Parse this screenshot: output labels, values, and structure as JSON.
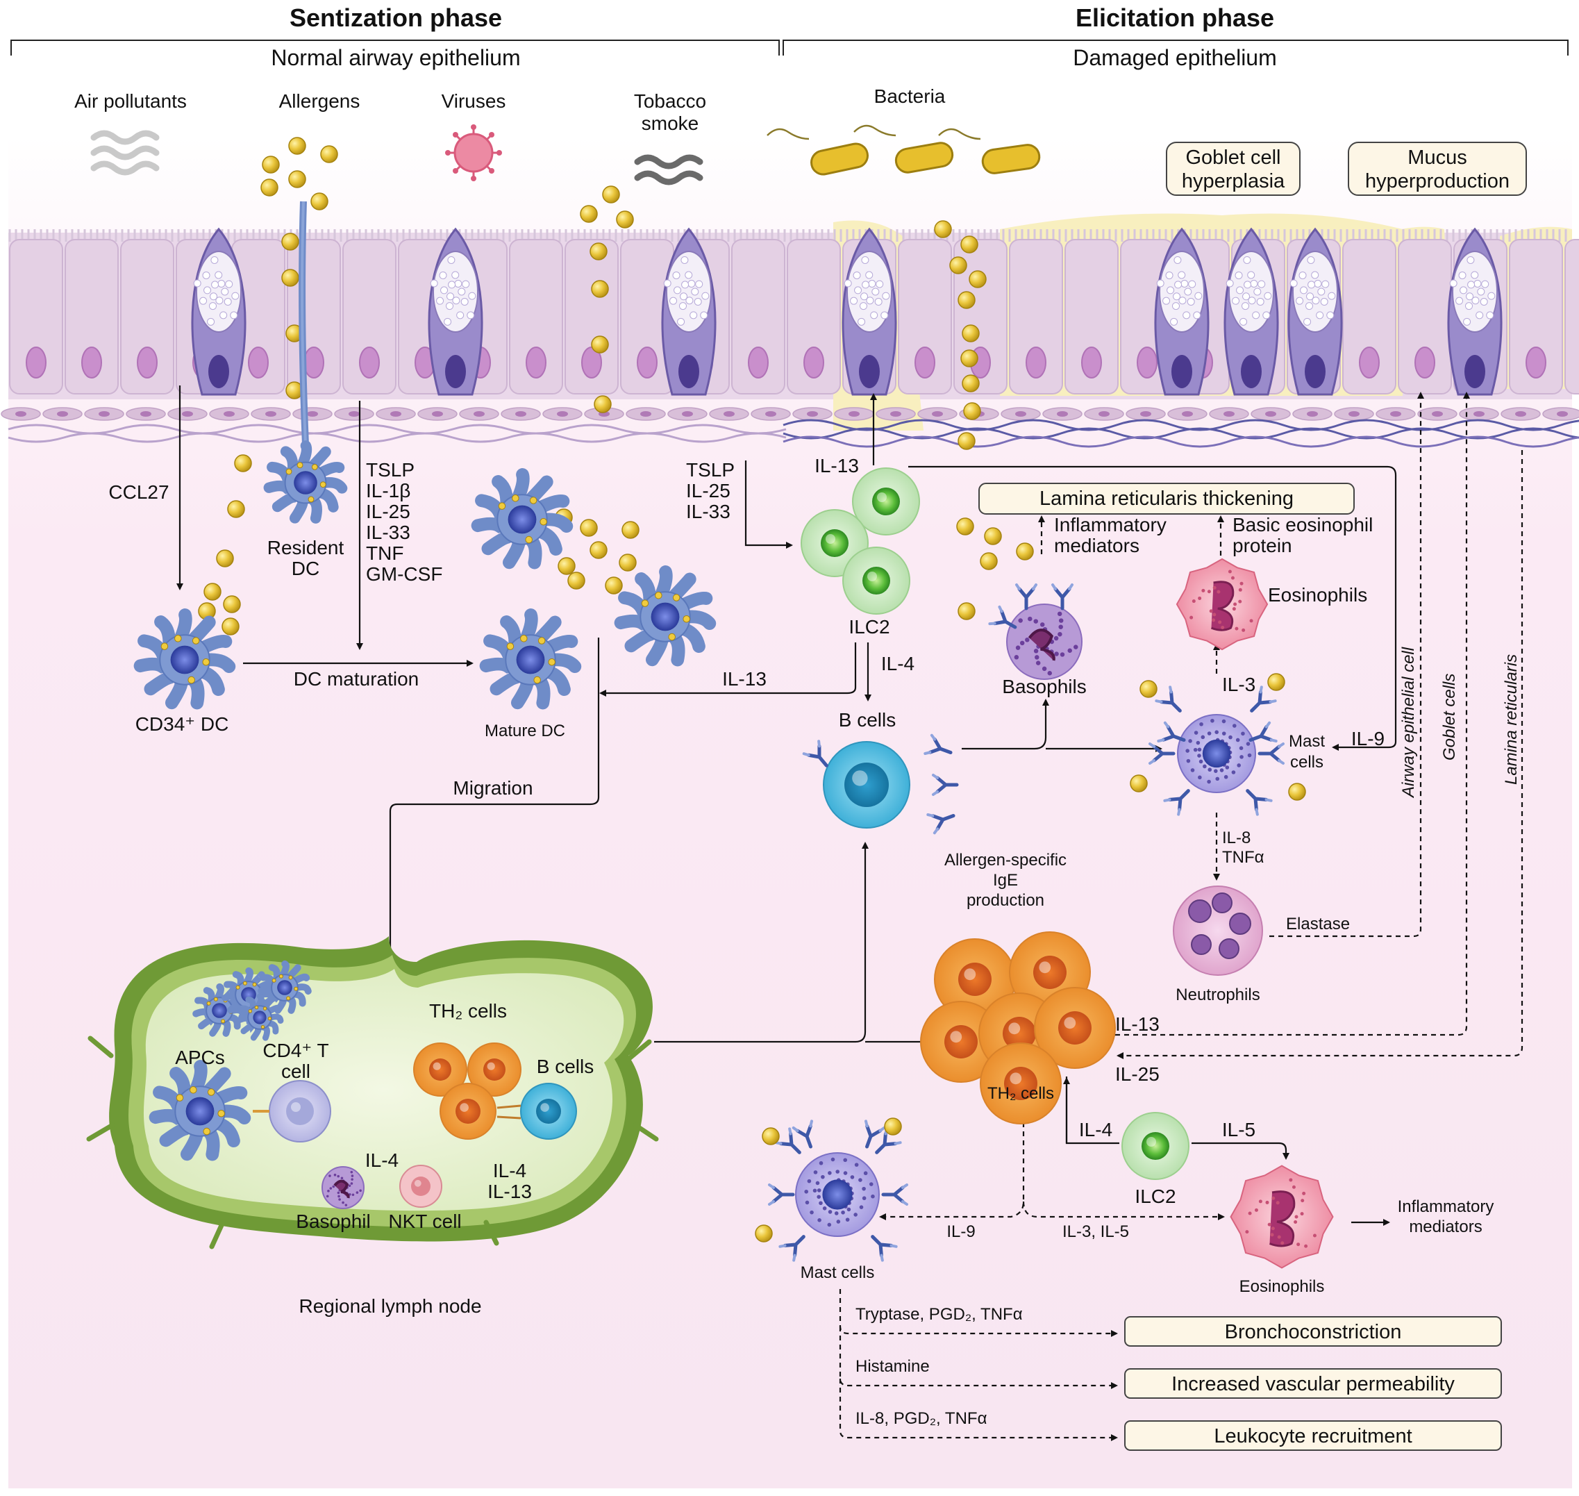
{
  "phases": {
    "sensitization": {
      "title": "Sentization phase",
      "subtitle": "Normal airway epithelium"
    },
    "elicitation": {
      "title": "Elicitation phase",
      "subtitle": "Damaged epithelium"
    }
  },
  "triggers": {
    "air_pollutants": "Air pollutants",
    "allergens": "Allergens",
    "viruses": "Viruses",
    "tobacco_line1": "Tobacco",
    "tobacco_line2": "smoke",
    "bacteria": "Bacteria"
  },
  "callouts": {
    "goblet_line1": "Goblet cell",
    "goblet_line2": "hyperplasia",
    "mucus_line1": "Mucus",
    "mucus_line2": "hyperproduction",
    "lamina": "Lamina reticularis thickening"
  },
  "sensitization_labels": {
    "ccl27": "CCL27",
    "resident_dc_1": "Resident",
    "resident_dc_2": "DC",
    "cytokines": [
      "TSLP",
      "IL-1β",
      "IL-25",
      "IL-33",
      "TNF",
      "GM-CSF"
    ],
    "cd34_dc": "CD34⁺ DC",
    "dc_maturation": "DC maturation",
    "mature_dc": "Mature DC",
    "migration": "Migration"
  },
  "lymph_node": {
    "apcs": "APCs",
    "cd4_line1": "CD4⁺ T",
    "cd4_line2": "cell",
    "th2_cells": "TH₂ cells",
    "b_cells": "B cells",
    "il4": "IL-4",
    "il4_il13_line1": "IL-4",
    "il4_il13_line2": "IL-13",
    "basophil": "Basophil",
    "nkt_cell": "NKT cell",
    "caption": "Regional lymph node"
  },
  "elicitation_labels": {
    "tslp_group": [
      "TSLP",
      "IL-25",
      "IL-33"
    ],
    "il13_top": "IL-13",
    "ilc2": "ILC2",
    "il13_dc": "IL-13",
    "il4": "IL-4",
    "b_cells": "B cells",
    "ige_line1": "Allergen-specific",
    "ige_line2": "IgE",
    "ige_line3": "production",
    "inflammatory_line1": "Inflammatory",
    "inflammatory_line2": "mediators",
    "basophils": "Basophils",
    "basic_eos_line1": "Basic eosinophil",
    "basic_eos_line2": "protein",
    "eosinophils": "Eosinophils",
    "il3": "IL-3",
    "mast_line1": "Mast",
    "mast_line2": "cells",
    "il9": "IL-9",
    "il8": "IL-8",
    "tnfa": "TNFα",
    "neutrophils": "Neutrophils",
    "elastase": "Elastase",
    "airway_epithelial_cell": "Airway epithelial cell",
    "goblet_cells": "Goblet cells",
    "lamina_reticularis": "Lamina reticularis",
    "il13_th2": "IL-13",
    "il25_th2": "IL-25",
    "th2_cells": "TH₂ cells",
    "il4_ilc2": "IL-4",
    "il5": "IL-5",
    "ilc2_bottom": "ILC2",
    "eosinophils_bottom": "Eosinophils",
    "inflammatory_bottom_line1": "Inflammatory",
    "inflammatory_bottom_line2": "mediators",
    "il9_bottom": "IL-9",
    "il3_il5": "IL-3, IL-5",
    "mast_cells_bottom": "Mast cells"
  },
  "outcomes": [
    {
      "mediators": "Tryptase, PGD₂, TNFα",
      "effect": "Bronchoconstriction"
    },
    {
      "mediators": "Histamine",
      "effect": "Increased vascular permeability"
    },
    {
      "mediators": "IL-8, PGD₂, TNFα",
      "effect": "Leukocyte recruitment"
    }
  ],
  "colors": {
    "background": "#fbeef6",
    "epithelium": "#e3cfe3",
    "goblet_cell": "#8e7fc0",
    "dendritic_cell": "#6f8cc8",
    "allergen": "#e8c33a",
    "ilc2": "#bfe3b5",
    "b_cell": "#3fb0d8",
    "th2_cell": "#ef9a3c",
    "eosinophil": "#f2a7b8",
    "mast_cell": "#a49be0",
    "neutrophil": "#e9b6d8",
    "lymph_node": "#8ab44a",
    "callout_box": "#fdf6e6"
  }
}
